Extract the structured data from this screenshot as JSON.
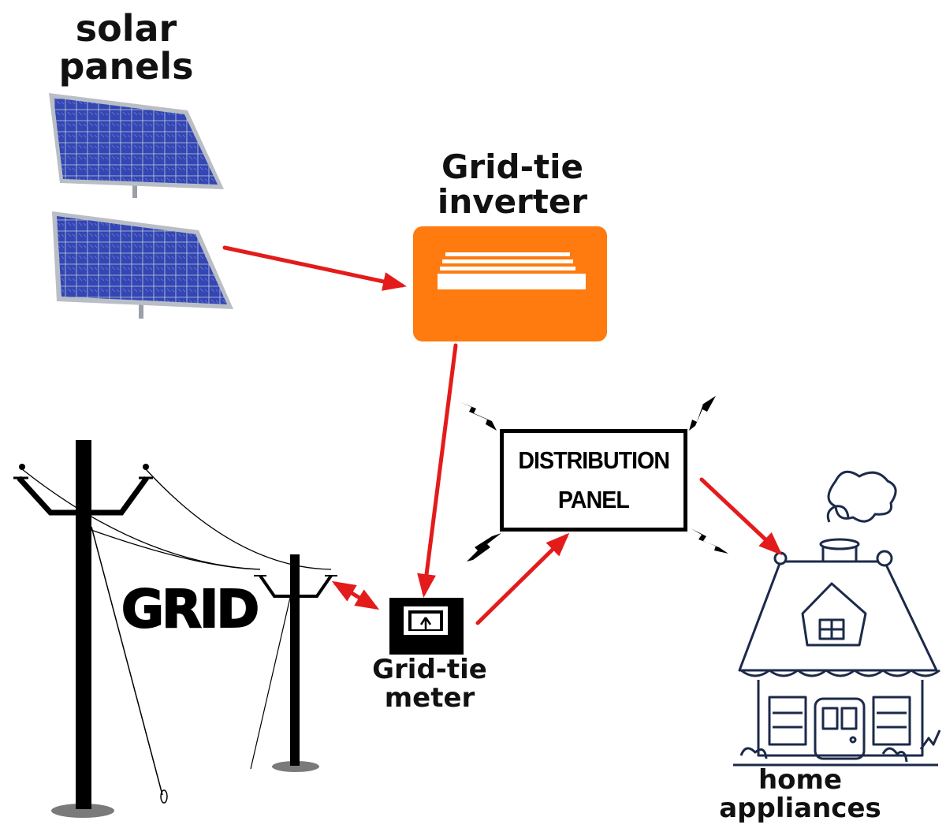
{
  "labels": {
    "solar_line1": "solar",
    "solar_line2": "panels",
    "inverter_line1": "Grid-tie",
    "inverter_line2": "inverter",
    "grid": "GRID",
    "distribution_line1": "DISTRIBUTION",
    "distribution_line2": "PANEL",
    "meter_line1": "Grid-tie",
    "meter_line2": "meter",
    "home_line1": "home",
    "home_line2": "appliances"
  },
  "colors": {
    "arrow": "#e41b1b",
    "inverter": "#ff7a0f",
    "panel_cell": "#2b3d9e",
    "panel_frame": "#b9bec6",
    "house_line": "#1c2a4a"
  },
  "icons": [
    "solar-panel-icon",
    "inverter-icon",
    "utility-pole-icon",
    "meter-icon",
    "lightning-icon",
    "house-icon"
  ],
  "connections": [
    {
      "from": "solar panels",
      "to": "Grid-tie inverter"
    },
    {
      "from": "Grid-tie inverter",
      "to": "Grid-tie meter"
    },
    {
      "from": "GRID",
      "to": "Grid-tie meter",
      "bidirectional": true
    },
    {
      "from": "Grid-tie meter",
      "to": "DISTRIBUTION PANEL"
    },
    {
      "from": "DISTRIBUTION PANEL",
      "to": "home appliances"
    }
  ]
}
